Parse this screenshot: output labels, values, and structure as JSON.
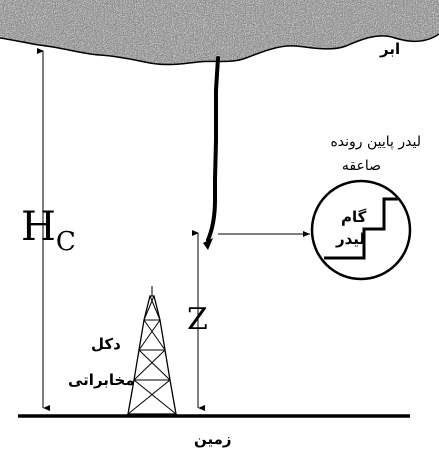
{
  "labels": {
    "cloud": "ابر",
    "leader_line1": "لیدر پایین رونده",
    "leader_line2": "صاعقه",
    "step_line1": "گام",
    "step_line2": "لیدر",
    "tower_line1": "دکل",
    "tower_line2": "مخابراتی",
    "ground": "زمین"
  },
  "symbols": {
    "hc_main": "H",
    "hc_sub": "C",
    "z": "Z"
  },
  "colors": {
    "ink": "#000000",
    "cloud_base": "#7a7a7a",
    "background": "#ffffff"
  }
}
